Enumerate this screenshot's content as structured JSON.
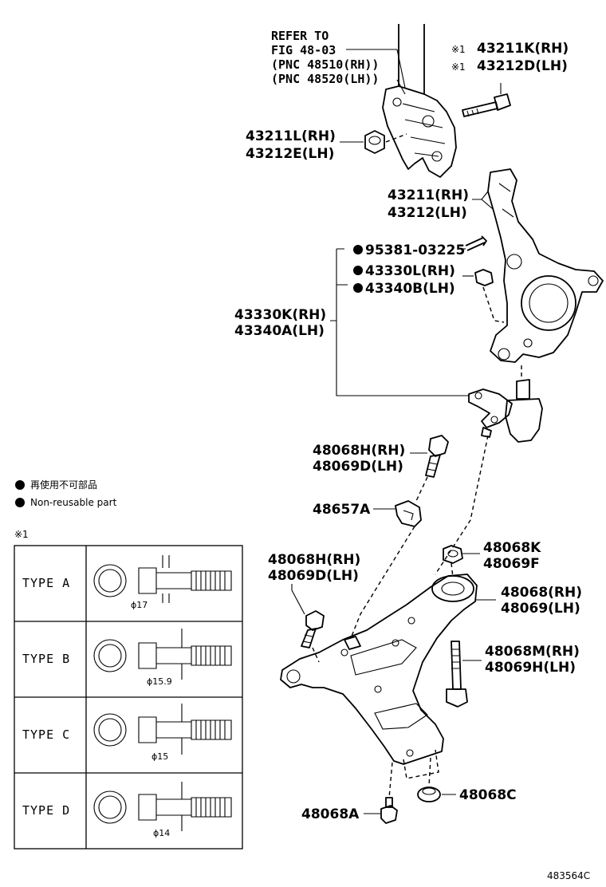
{
  "refer": {
    "line1": "REFER TO",
    "line2": "FIG 48-03",
    "line3": "(PNC 48510(RH))",
    "line4": "(PNC 48520(LH))"
  },
  "callouts": {
    "bolt_top": {
      "mark": "※1",
      "rh": "43211K(RH)",
      "lh": "43212D(LH)"
    },
    "nut_top": {
      "rh": "43211L(RH)",
      "lh": "43212E(LH)"
    },
    "knuckle": {
      "rh": "43211(RH)",
      "lh": "43212(LH)"
    },
    "cotter_pin": {
      "text": "95381-03225"
    },
    "castle_nut": {
      "rh": "43330L(RH)",
      "lh": "43340B(LH)"
    },
    "ball_joint": {
      "rh": "43330K(RH)",
      "lh": "43340A(LH)"
    },
    "bolt_mid": {
      "rh": "48068H(RH)",
      "lh": "48069D(LH)"
    },
    "clip": {
      "text": "48657A"
    },
    "bolt_low": {
      "rh": "48068H(RH)",
      "lh": "48069D(LH)"
    },
    "bushing_nut": {
      "a": "48068K",
      "b": "48069F"
    },
    "lower_arm": {
      "rh": "48068(RH)",
      "lh": "48069(LH)"
    },
    "long_bolt": {
      "rh": "48068M(RH)",
      "lh": "48069H(LH)"
    },
    "rear_bushing": {
      "text": "48068C"
    },
    "front_bolt": {
      "text": "48068A"
    }
  },
  "legend": {
    "jp": "再使用不可部品",
    "en": "Non-reusable part"
  },
  "table": {
    "mark": "※1",
    "rows": [
      {
        "label": "TYPE  A",
        "dim": "ϕ17"
      },
      {
        "label": "TYPE  B",
        "dim": "ϕ15.9"
      },
      {
        "label": "TYPE  C",
        "dim": "ϕ15"
      },
      {
        "label": "TYPE  D",
        "dim": "ϕ14"
      }
    ]
  },
  "figure_id": "483564C"
}
